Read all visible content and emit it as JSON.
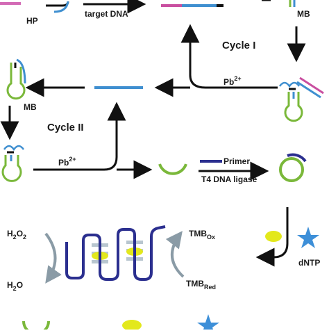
{
  "labels": {
    "hp": "HP",
    "target_dna": "target DNA",
    "mb_top": "MB",
    "mb_left": "MB",
    "cycle_1": "Cycle I",
    "cycle_2": "Cycle II",
    "pb_1": "Pb",
    "pb_1_sup": "2+",
    "pb_2": "Pb",
    "pb_2_sup": "2+",
    "primer": "Primer",
    "ligase": "T4 DNA ligase",
    "dntp": "dNTP",
    "h2o2": "H",
    "h2o2_sub1": "2",
    "h2o2_mid": "O",
    "h2o2_sub2": "2",
    "h2o": "H",
    "h2o_sub": "2",
    "h2o_end": "O",
    "tmb_ox": "TMB",
    "tmb_ox_sub": "Ox",
    "tmb_red": "TMB",
    "tmb_red_sub": "Red"
  },
  "colors": {
    "green": "#7ab83a",
    "blue": "#3f8fd0",
    "navy": "#2b2f8f",
    "pink": "#c94fa0",
    "black": "#111111",
    "yellow": "#e3e81c",
    "star": "#3d8fd8",
    "gray": "#8a9ba6",
    "helix": "#b8c6cf"
  }
}
